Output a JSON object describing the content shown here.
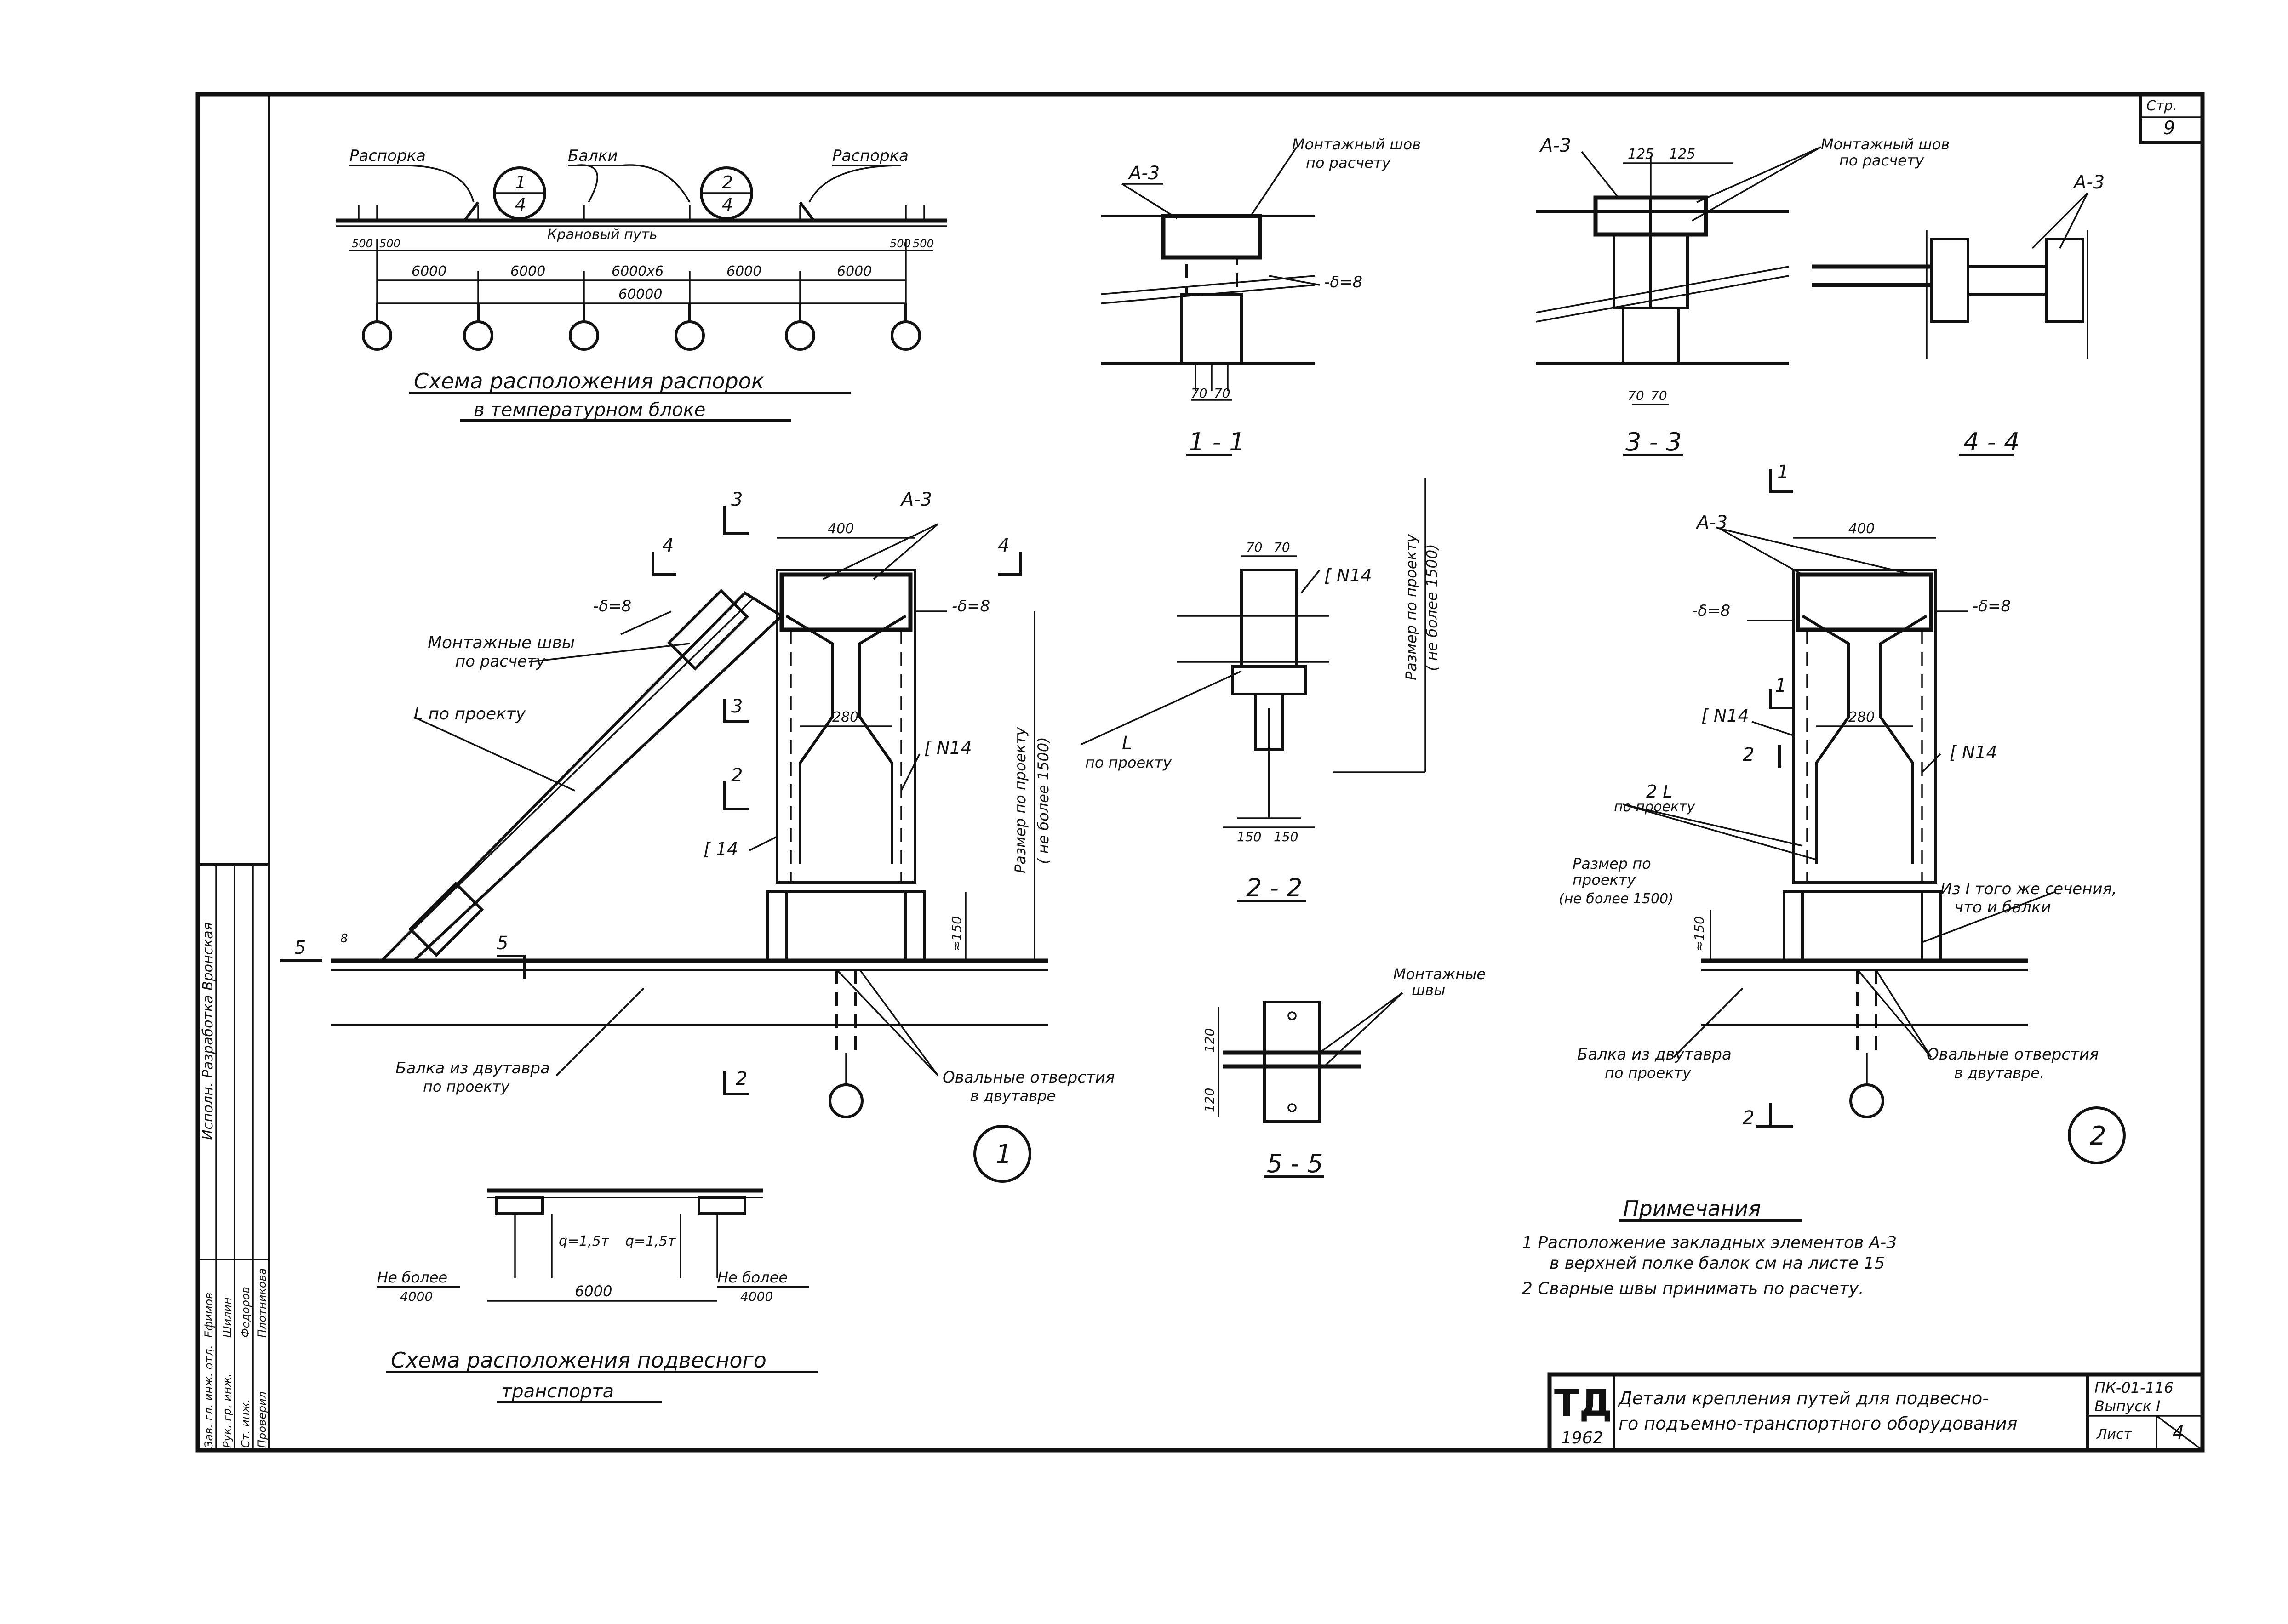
{
  "page": {
    "number_label": "Стр.",
    "number_value": "9"
  },
  "top_scheme": {
    "labels": {
      "rasporka_left": "Распорка",
      "balki": "Балки",
      "rasporka_right": "Распорка",
      "crane_path": "Крановый путь"
    },
    "callout_left": {
      "top": "1",
      "bottom": "4"
    },
    "callout_right": {
      "top": "2",
      "bottom": "4"
    },
    "dims": {
      "d500a": "500",
      "d500b": "500",
      "d6000a": "6000",
      "d6000b": "6000",
      "d6000x6": "6000х6",
      "d6000c": "6000",
      "d6000d": "6000",
      "d500c": "500",
      "d500d": "500",
      "total": "60000"
    },
    "caption_line1": "Схема расположения распорок",
    "caption_line2": "в температурном блоке"
  },
  "section_1_1": {
    "label_a3": "А-3",
    "weld": "Монтажный шов",
    "weld2": "по расчету",
    "plate": "-δ=8",
    "d70a": "70",
    "d70b": "70",
    "title": "1 - 1"
  },
  "section_3_3": {
    "label_a3": "А-3",
    "d125a": "125",
    "d125b": "125",
    "weld": "Монтажный шов",
    "weld2": "по расчету",
    "d70a": "70",
    "d70b": "70",
    "title": "3 - 3"
  },
  "section_4_4": {
    "label_a3": "А-3",
    "title": "4 - 4"
  },
  "node_1": {
    "mark3_top": "3",
    "mark4_left": "4",
    "mark4_right": "4",
    "mark3_mid": "3",
    "mark2": "2",
    "mark5_left": "5",
    "mark5_right": "5",
    "mark2_bottom": "2",
    "a3": "А-3",
    "d400": "400",
    "d280": "280",
    "plate_left": "-δ=8",
    "plate_right": "-δ=8",
    "welds": "Монтажные швы",
    "welds2": "по расчету",
    "angle": "L по проекту",
    "channel_right": "[ N14",
    "channel_left": "[ 14",
    "size_text": "Размер по проекту",
    "size_text2": "( не более 1500)",
    "d150": "≈150",
    "d8": "8",
    "beam": "Балка из двутавра",
    "beam2": "по проекту",
    "holes": "Овальные отверстия",
    "holes2": "в двутавре",
    "circle": "1"
  },
  "section_2_2": {
    "d70a": "70",
    "d70b": "70",
    "channel": "[ N14",
    "angle": "L",
    "angle2": "по проекту",
    "d150a": "150",
    "d150b": "150",
    "size_text": "Размер по проекту",
    "size_text2": "( не более 1500)",
    "title": "2 - 2"
  },
  "section_5_5": {
    "welds": "Монтажные",
    "welds2": "швы",
    "d120a": "120",
    "d120b": "120",
    "title": "5 - 5"
  },
  "node_2": {
    "mark1_top": "1",
    "mark1_mid": "1",
    "mark2_mid": "2",
    "mark2_bottom": "2",
    "a3": "А-3",
    "d400": "400",
    "d280": "280",
    "plate_left": "-δ=8",
    "plate_right": "-δ=8",
    "channel_left": "[ N14",
    "channel_right": "[ N14",
    "angles": "2 L",
    "angles2": "по проекту",
    "size_text": "Размер по",
    "size_text2": "проекту",
    "size_text3": "(не более 1500)",
    "d150": "≈150",
    "same_section": "Из I того же сечения,",
    "same_section2": "что и балки",
    "beam": "Балка из двутавра",
    "beam2": "по проекту",
    "holes": "Овальные отверстия",
    "holes2": "в двутавре.",
    "circle": "2"
  },
  "transport_scheme": {
    "q1": "q=1,5т",
    "q2": "q=1,5т",
    "left_note": "Не более",
    "left_val": "4000",
    "right_note": "Не более",
    "right_val": "4000",
    "d6000": "6000",
    "caption_line1": "Схема расположения подвесного",
    "caption_line2": "транспорта"
  },
  "notes": {
    "title": "Примечания",
    "items": [
      "1  Расположение закладных элементов А-3",
      "в верхней полке балок см на листе 15",
      "2  Сварные швы принимать по расчету."
    ]
  },
  "left_stamp": {
    "rows": [
      {
        "role": "Зав. гл. инж. отд.",
        "name": "Ефимов"
      },
      {
        "role": "Рук. гр. инж.",
        "name": "Шилин"
      },
      {
        "role": "Ст. инж.",
        "name": "Федоров"
      },
      {
        "role": "Проверил",
        "name": "Плотникова"
      }
    ],
    "vertical_text": "Исполн. Разработка Вронская"
  },
  "title_block": {
    "logo": "ТД",
    "year": "1962",
    "title_line1": "Детали крепления путей для подвесно-",
    "title_line2": "го подъемно-транспортного оборудования",
    "code": "ПК-01-116",
    "issue": "Выпуск I",
    "sheet_label": "Лист",
    "sheet_value": "4"
  }
}
